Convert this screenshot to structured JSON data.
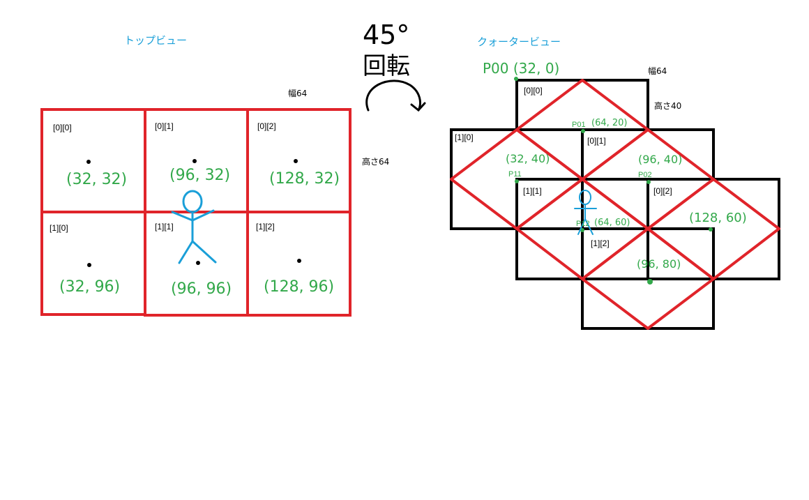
{
  "top_view": {
    "title": "トップビュー",
    "width_label": "幅64",
    "height_label": "高さ64",
    "cells": [
      {
        "index": "[0][0]",
        "coord": "(32, 32)"
      },
      {
        "index": "[0][1]",
        "coord": "(96, 32)"
      },
      {
        "index": "[0][2]",
        "coord": "(128, 32)"
      },
      {
        "index": "[1][0]",
        "coord": "(32, 96)"
      },
      {
        "index": "[1][1]",
        "coord": "(96, 96)"
      },
      {
        "index": "[1][2]",
        "coord": "(128, 96)"
      }
    ]
  },
  "rotation": {
    "angle": "45°",
    "label": "回転"
  },
  "quarter_view": {
    "title": "クォータービュー",
    "width_label": "幅64",
    "height_label": "高さ40",
    "p00": "P00 (32, 0)",
    "cells": [
      {
        "index": "[0][0]"
      },
      {
        "index": "[1][0]"
      },
      {
        "index": "[0][1]"
      },
      {
        "index": "[1][1]"
      },
      {
        "index": "[0][2]"
      },
      {
        "index": "[1][2]"
      }
    ],
    "points": [
      {
        "name": "P01",
        "coord": "(64, 20)"
      },
      {
        "name": "P11"
      },
      {
        "name": "P02"
      },
      {
        "name": "P12",
        "coord": "(64, 60)"
      }
    ],
    "coords": [
      "(32, 40)",
      "(96, 40)",
      "(128, 60)",
      "(96, 80)"
    ]
  },
  "colors": {
    "grid_red": "#e0242a",
    "grid_black": "#000000",
    "hand_green": "#32a84a",
    "title_blue": "#1a9fd8",
    "figure_blue": "#1a9fd8"
  }
}
